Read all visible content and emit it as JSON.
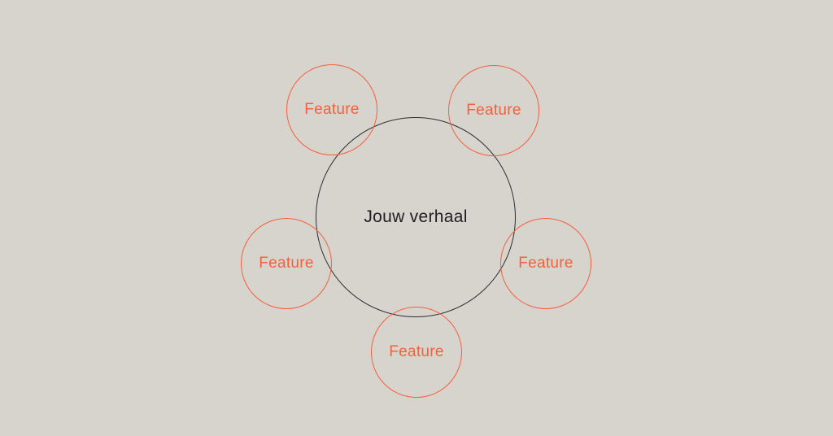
{
  "diagram": {
    "center": {
      "label": "Jouw verhaal"
    },
    "features": [
      {
        "label": "Feature",
        "position": "top-left"
      },
      {
        "label": "Feature",
        "position": "top-right"
      },
      {
        "label": "Feature",
        "position": "left"
      },
      {
        "label": "Feature",
        "position": "right"
      },
      {
        "label": "Feature",
        "position": "bottom"
      }
    ]
  },
  "colors": {
    "background": "#d7d3cd",
    "accent": "#f6603c",
    "outline": "#2f2f33",
    "text": "#1e1f24"
  }
}
